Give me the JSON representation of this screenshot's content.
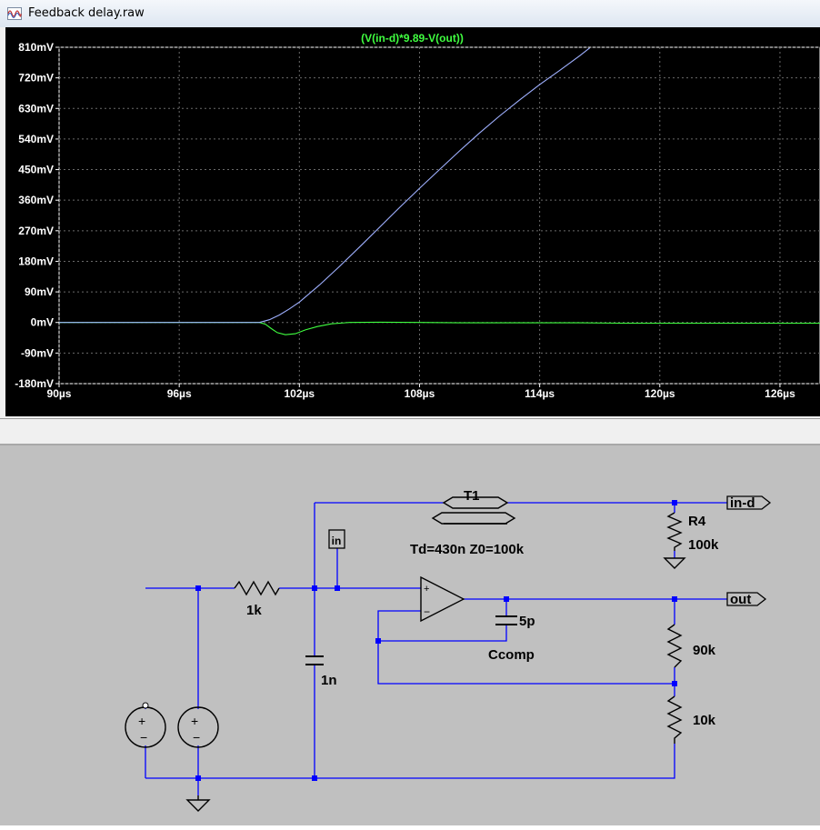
{
  "window": {
    "title": "Feedback delay.raw",
    "icon": "waveform-icon"
  },
  "chart_data": {
    "type": "line",
    "title": "(V(in-d)*9.89-V(out))",
    "xlabel": "",
    "ylabel": "",
    "x_unit": "µs",
    "y_unit": "mV",
    "xlim": [
      90,
      128
    ],
    "ylim": [
      -180,
      810
    ],
    "x_ticks": [
      "90µs",
      "96µs",
      "102µs",
      "108µs",
      "114µs",
      "120µs",
      "126µs"
    ],
    "y_ticks": [
      "810mV",
      "720mV",
      "630mV",
      "540mV",
      "450mV",
      "360mV",
      "270mV",
      "180mV",
      "90mV",
      "0mV",
      "-90mV",
      "-180mV"
    ],
    "grid": true,
    "background": "#000000",
    "title_color": "#40ff40",
    "series": [
      {
        "name": "(V(in-d)*9.89-V(out))",
        "color": "#40ff40",
        "x": [
          90,
          100.0,
          100.3,
          100.6,
          100.9,
          101.3,
          101.8,
          102.3,
          102.9,
          103.6,
          104.5,
          106,
          108,
          110,
          112,
          114,
          116,
          118,
          120,
          122,
          124,
          126,
          128
        ],
        "y": [
          0,
          0,
          -5,
          -18,
          -30,
          -36,
          -33,
          -22,
          -12,
          -4,
          0,
          1,
          0,
          -1,
          -1,
          -1,
          -1,
          -2,
          -2,
          -2,
          -2,
          -2,
          -2
        ]
      },
      {
        "name": "",
        "color": "#9fb0ff",
        "x": [
          90,
          100.0,
          100.5,
          101.0,
          101.5,
          102.0,
          103.0,
          104.0,
          105.0,
          106.0,
          107.0,
          108.0,
          109.0,
          110.0,
          111.0,
          112.0,
          113.0,
          114.0,
          115.0,
          116.0,
          116.5
        ],
        "y": [
          0,
          0,
          8,
          22,
          40,
          60,
          110,
          165,
          222,
          280,
          338,
          395,
          450,
          505,
          558,
          608,
          655,
          700,
          742,
          785,
          808
        ]
      }
    ]
  },
  "schematic": {
    "wire_color": "#0000ff",
    "node_color": "#0000ff",
    "labels": {
      "t1_name": "T1",
      "t1_params": "Td=430n Z0=100k",
      "r4_name": "R4",
      "r4_value": "100k",
      "r_in_value": "1k",
      "c_in_value": "1n",
      "ccomp_value": "5p",
      "ccomp_name": "Ccomp",
      "r_fb_value": "90k",
      "r_gnd_value": "10k",
      "port_in_d": "in-d",
      "port_out": "out",
      "net_in": "in"
    }
  }
}
